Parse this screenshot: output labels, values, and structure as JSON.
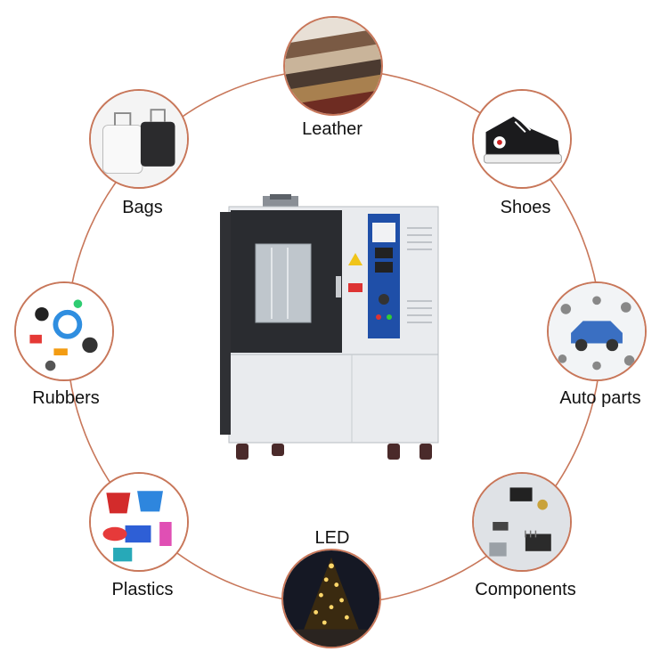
{
  "diagram": {
    "accent_color": "#c8775a",
    "center": {
      "icon": "aging-test-chamber"
    },
    "nodes": [
      {
        "id": "leather",
        "label": "Leather",
        "icon": "leather-swatches-icon"
      },
      {
        "id": "shoes",
        "label": "Shoes",
        "icon": "sneaker-icon"
      },
      {
        "id": "auto-parts",
        "label": "Auto parts",
        "icon": "car-parts-icon"
      },
      {
        "id": "components",
        "label": "Components",
        "icon": "electronic-components-icon"
      },
      {
        "id": "led",
        "label": "LED",
        "icon": "christmas-tree-lights-icon"
      },
      {
        "id": "plastics",
        "label": "Plastics",
        "icon": "plastic-buckets-icon"
      },
      {
        "id": "rubbers",
        "label": "Rubbers",
        "icon": "rubber-parts-icon"
      },
      {
        "id": "bags",
        "label": "Bags",
        "icon": "luggage-icon"
      }
    ]
  }
}
